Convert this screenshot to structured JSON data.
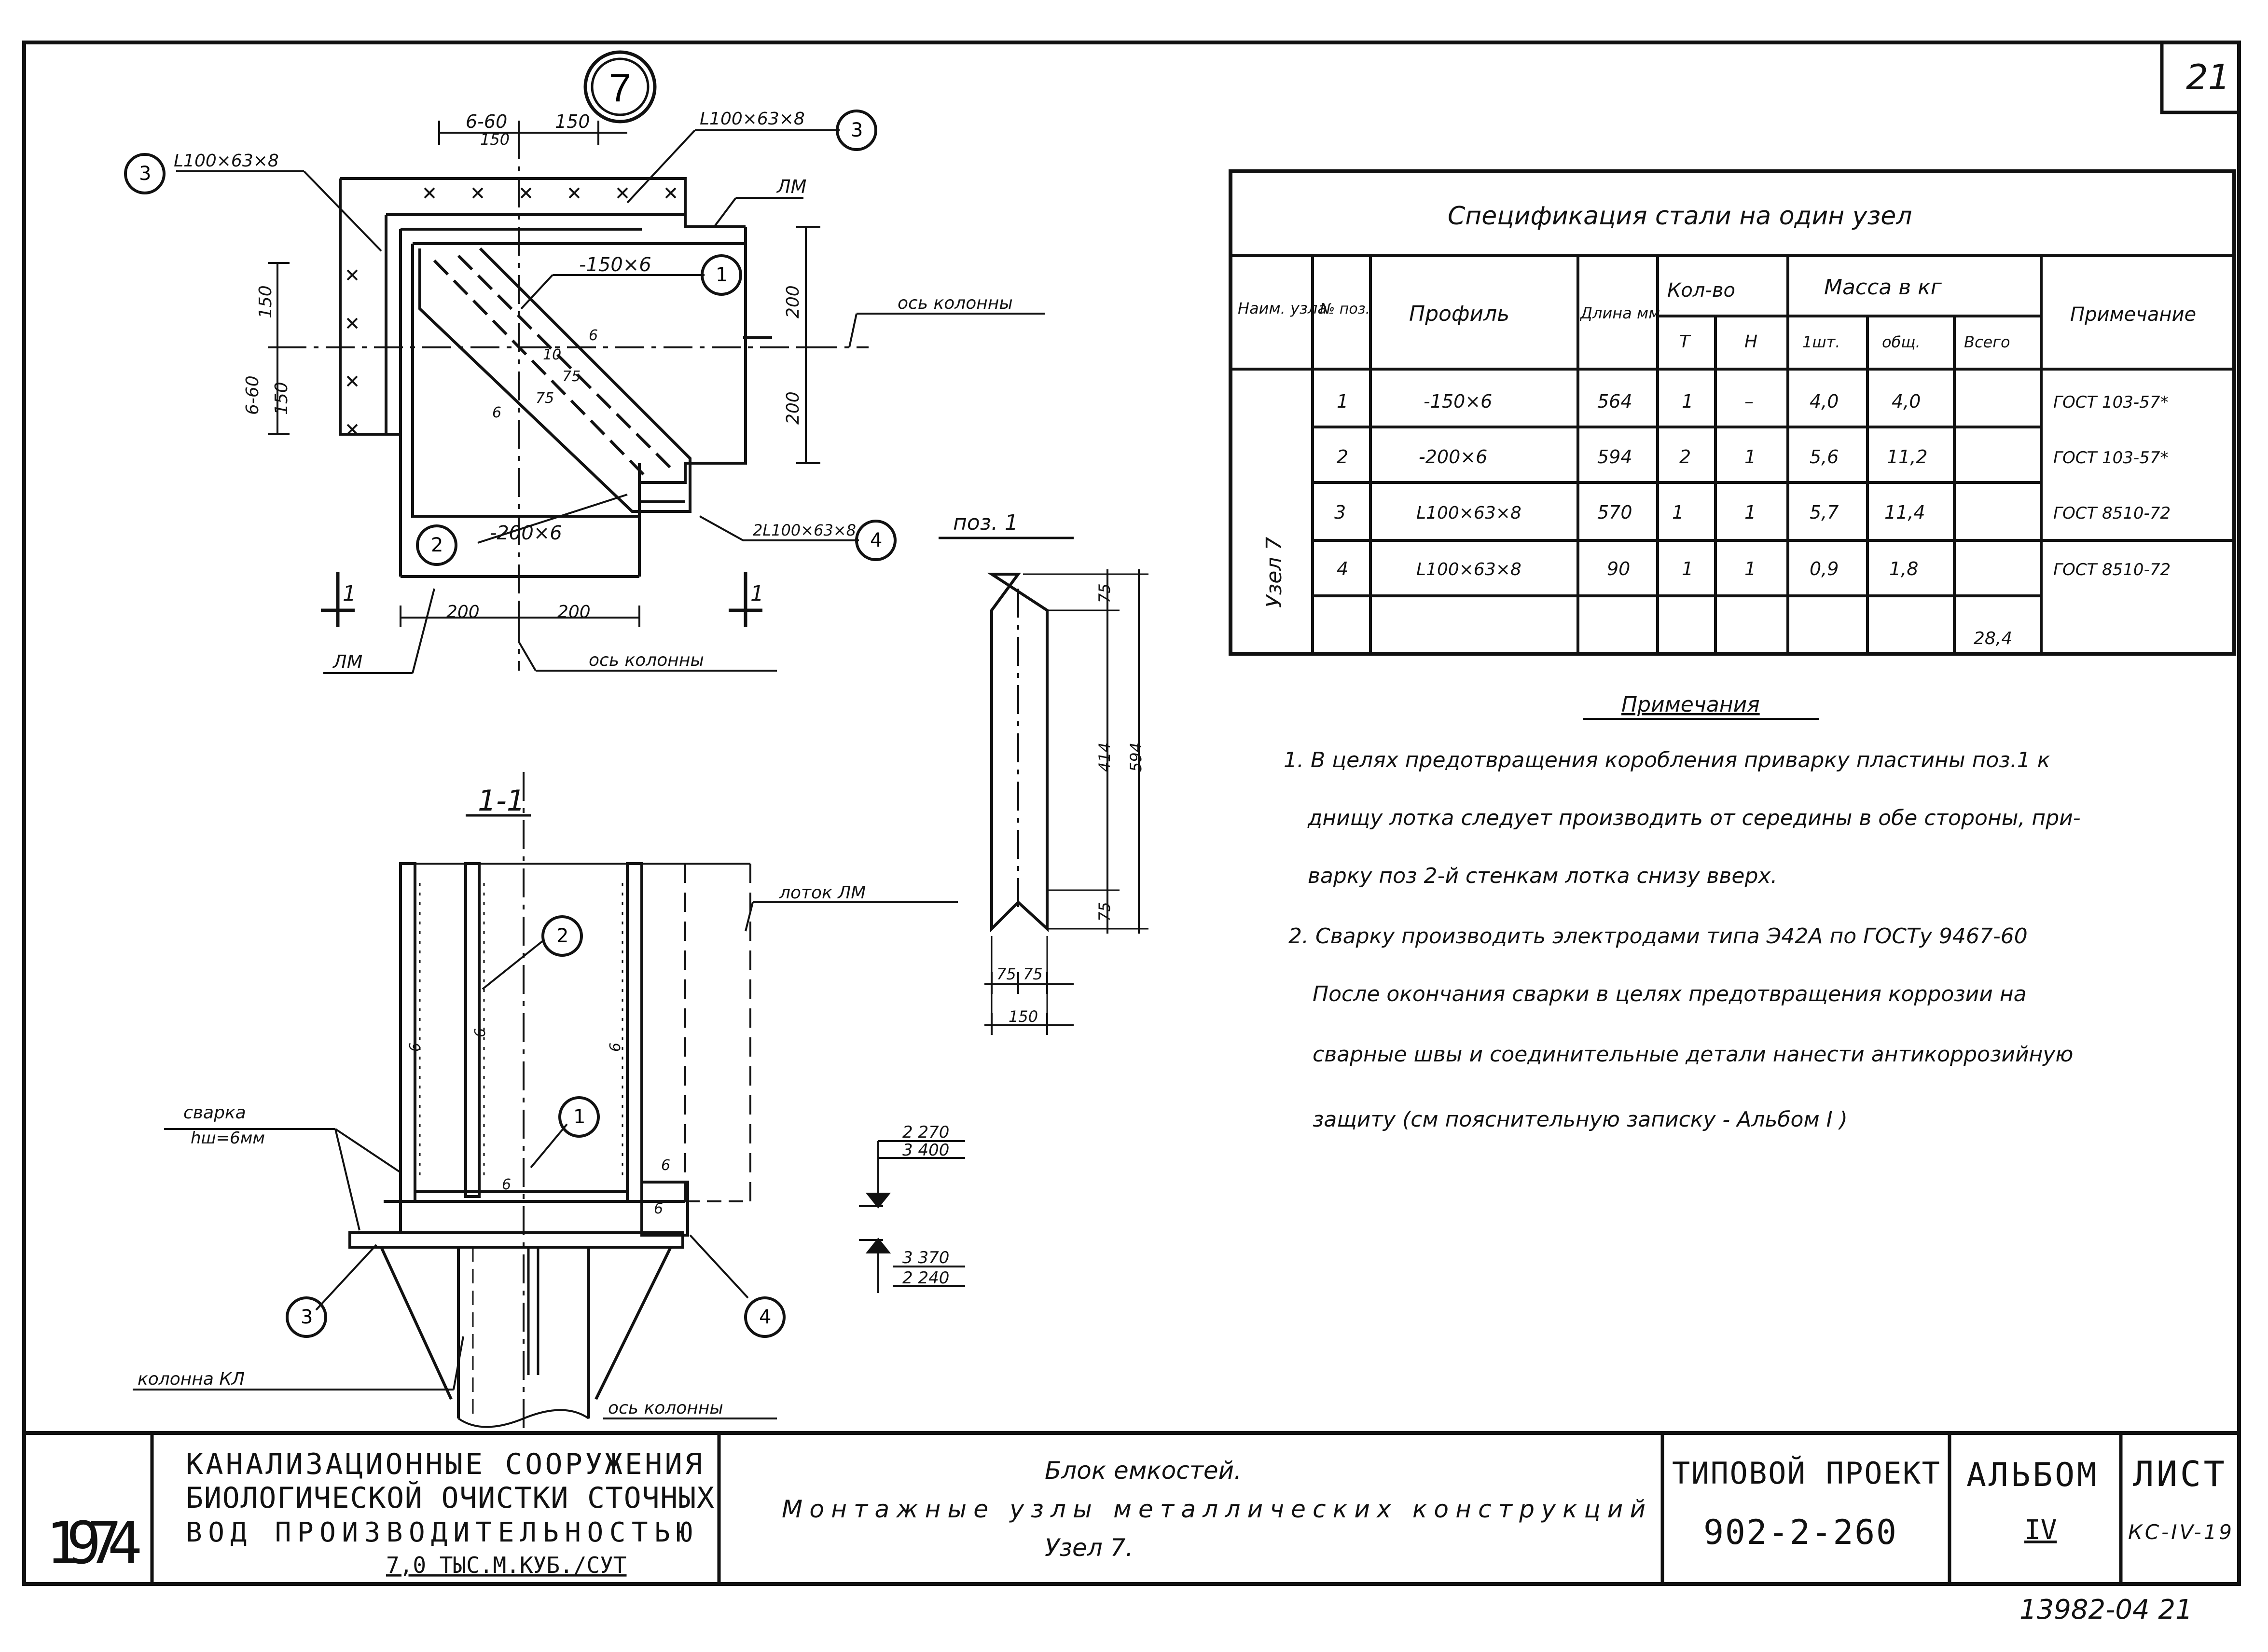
{
  "sheet_no": "21",
  "node_mark": "7",
  "plan": {
    "dims_top": [
      "6-60",
      "150",
      "150"
    ],
    "angle_top": "L100×63×8",
    "angle_left": "L100×63×8",
    "callout_3": "3",
    "lm": "ЛМ",
    "plate_1": "-150×6",
    "callout_1": "1",
    "axis_right": "ось колонны",
    "dim_200a": "200",
    "dim_200b": "200",
    "dim_150a": "150",
    "dim_150b": "150",
    "dim_660": "6-60",
    "weld_10": "10",
    "weld_6a": "6",
    "weld_6b": "6",
    "dim_75a": "75",
    "dim_75b": "75",
    "plate_2": "-200×6",
    "callout_2": "2",
    "angle_4": "2L100×63×8",
    "callout_4": "4",
    "section_mark": "1",
    "dim_bottom_a": "200",
    "dim_bottom_b": "200",
    "lm_bottom": "ЛМ",
    "axis_bottom": "ось колонны"
  },
  "pos1": {
    "title": "поз. 1",
    "dim_75top": "75",
    "dim_414": "414",
    "dim_594": "594",
    "dim_75bot": "75",
    "dim_75a": "75",
    "dim_75b": "75",
    "dim_150": "150"
  },
  "section": {
    "title": "1-1",
    "tray": "лоток ЛМ",
    "weld_label": "сварка",
    "weld_h": "hш=6мм",
    "weld_6": "6",
    "callout_1": "1",
    "callout_2": "2",
    "callout_3": "3",
    "callout_4": "4",
    "column": "колонна КЛ",
    "axis": "ось колонны",
    "elev_1": "2 270",
    "elev_2": "3 400",
    "elev_3": "3 370",
    "elev_4": "2 240"
  },
  "spec": {
    "title": "Спецификация стали на один узел",
    "headers": {
      "node": "Наим. узла",
      "pos": "№ поз.",
      "profile": "Профиль",
      "length": "Длина мм",
      "qty": "Кол-во",
      "qty_t": "Т",
      "qty_n": "Н",
      "mass": "Масса в кг",
      "mass_1": "1шт.",
      "mass_total": "общ.",
      "mass_all": "Всего",
      "note": "Примечание"
    },
    "node_name": "Узел 7",
    "rows": [
      {
        "pos": "1",
        "profile": "-150×6",
        "length": "564",
        "t": "1",
        "n": "–",
        "m1": "4,0",
        "mt": "4,0",
        "note": "ГОСТ 103-57*"
      },
      {
        "pos": "2",
        "profile": "-200×6",
        "length": "594",
        "t": "2",
        "n": "1",
        "m1": "5,6",
        "mt": "11,2",
        "note": "ГОСТ 103-57*"
      },
      {
        "pos": "3",
        "profile": "L100×63×8",
        "length": "570",
        "t": "1",
        "n": "1",
        "m1": "5,7",
        "mt": "11,4",
        "note": "ГОСТ 8510-72"
      },
      {
        "pos": "4",
        "profile": "L100×63×8",
        "length": "90",
        "t": "1",
        "n": "1",
        "m1": "0,9",
        "mt": "1,8",
        "note": "ГОСТ 8510-72"
      }
    ],
    "total": "28,4"
  },
  "notes": {
    "title": "Примечания",
    "lines": [
      "1. В целях предотвращения коробления приварку пластины поз.1 к",
      "днищу лотка следует производить от середины в обе стороны, при-",
      "варку поз 2-й стенкам лотка снизу вверх.",
      "2. Сварку производить электродами типа Э42А по ГОСТу 9467-60",
      "После окончания сварки в целях предотвращения коррозии на",
      "сварные швы и соединительные детали нанести антикоррозийную",
      "защиту (см пояснительную записку - Альбом I )"
    ]
  },
  "title_block": {
    "year": "1974",
    "org_lines": [
      "КАНАЛИЗАЦИОННЫЕ   СООРУЖЕНИЯ",
      "БИОЛОГИЧЕСКОЙ ОЧИСТКИ СТОЧНЫХ",
      "ВОД    ПРОИЗВОДИТЕЛЬНОСТЬЮ",
      "7,0 ТЫС.М.КУБ./СУТ"
    ],
    "desc_lines": [
      "Блок емкостей.",
      "Монтажные   узлы  металлических  конструкций",
      "Узел 7."
    ],
    "project_label": "ТИПОВОЙ ПРОЕКТ",
    "project_no": "902-2-260",
    "album_label": "АЛЬБОМ",
    "album_no": "IV",
    "sheet_label": "ЛИСТ",
    "sheet_code": "КС-IV-19"
  },
  "archive_no": "13982-04  21"
}
